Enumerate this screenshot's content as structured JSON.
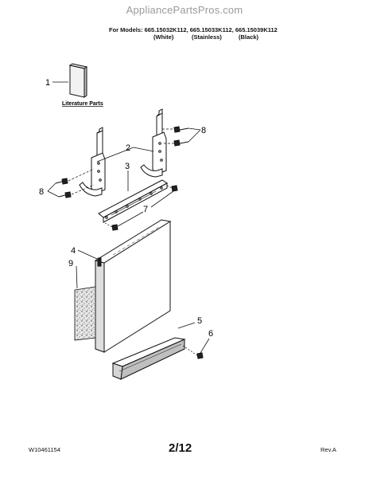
{
  "watermark": "AppliancePartsPros.com",
  "header": {
    "models_prefix": "For Models: ",
    "models": "665.15032K112, 665.15033K112, 665.15039K112",
    "colors": [
      "(White)",
      "(Stainless)",
      "(Black)"
    ]
  },
  "callouts": {
    "p1": "1",
    "p2": "2",
    "p3": "3",
    "p4": "4",
    "p5": "5",
    "p6": "6",
    "p7": "7",
    "p8_right": "8",
    "p8_left": "8",
    "p9": "9"
  },
  "literature_label": "Literature Parts",
  "footer": {
    "doc_number": "W10461154",
    "page": "2/12",
    "revision": "Rev.A"
  }
}
